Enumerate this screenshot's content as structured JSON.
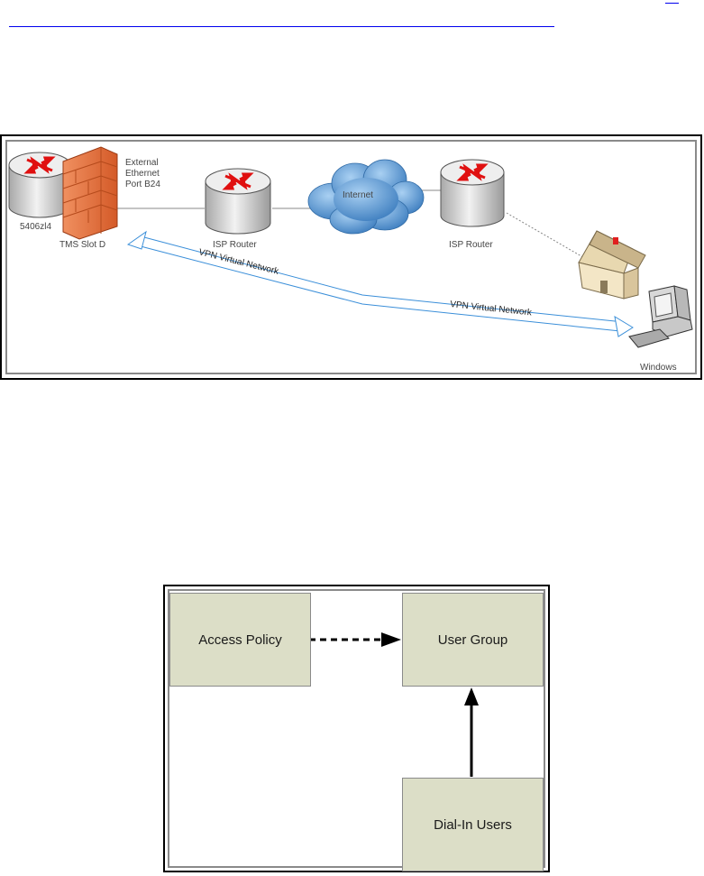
{
  "diagram1": {
    "router_left_label": "5406zl4",
    "tms_label": "TMS Slot D",
    "external_port_label": [
      "External",
      "Ethernet",
      "Port B24"
    ],
    "isp_router_left_label": "ISP Router",
    "internet_label": "Internet",
    "isp_router_right_label": "ISP Router",
    "windows_label": "Windows",
    "vpn_label_1": "VPN Virtual Network",
    "vpn_label_2": "VPN Virtual Network"
  },
  "diagram2": {
    "access_policy": "Access Policy",
    "user_group": "User Group",
    "dial_in_users": "Dial-In Users"
  },
  "colors": {
    "link": "#0000ee",
    "box_fill": "#dcdec7",
    "firewall": "#e8703a",
    "router_arrow": "#e01010",
    "cloud": "#4f8fcf",
    "vpn_line": "#3b8fd9"
  }
}
